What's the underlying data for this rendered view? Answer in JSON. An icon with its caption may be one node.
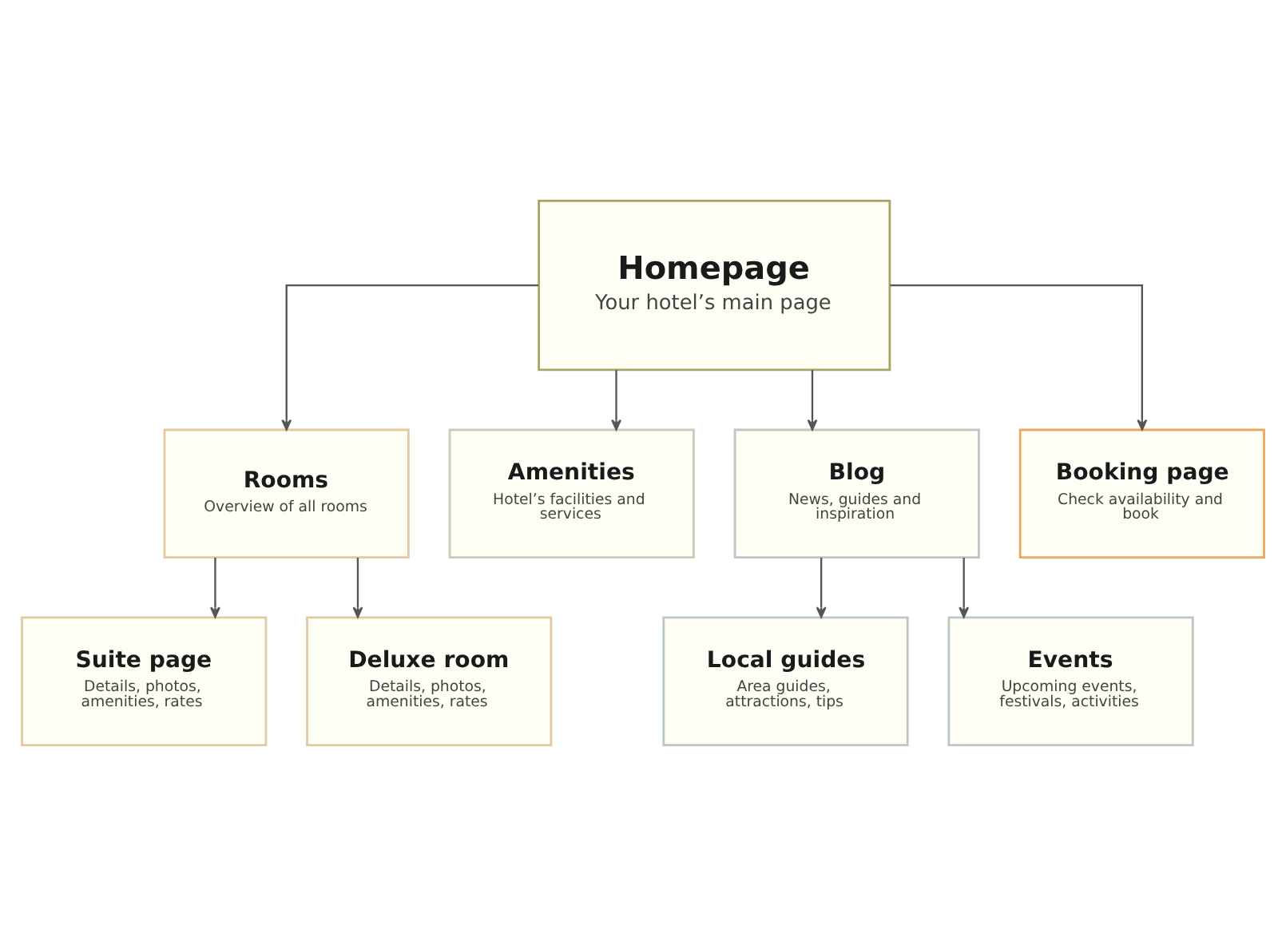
{
  "diagram": {
    "nodes": [
      {
        "text": [
          "Homepage",
          "Your hotel’s main page"
        ]
      },
      {
        "text": [
          "Rooms",
          "Overview of all rooms"
        ]
      },
      {
        "text": [
          "Amenities",
          "Hotel’s facilities and services"
        ]
      },
      {
        "text": [
          "Blog",
          "News, guides and inspiration"
        ]
      },
      {
        "text": [
          "Booking page",
          "Check availability and book"
        ]
      },
      {
        "text": [
          "Suite page",
          "Details, photos, amenities, rates"
        ]
      },
      {
        "text": [
          "Local guides",
          "Area guides, attractions, tips"
        ]
      },
      {
        "text": [
          "Deluxe room",
          "Details, photos, amenities, rates"
        ]
      },
      {
        "text": [
          "Events",
          "Upcoming events, festivals, activities"
        ]
      }
    ],
    "edges": [
      {
        "from": 0,
        "to": 1,
        "arrow": "to"
      },
      {
        "from": 0,
        "to": 2,
        "arrow": "to"
      },
      {
        "from": 0,
        "to": 3,
        "arrow": "to"
      },
      {
        "from": 0,
        "to": 4,
        "arrow": "to"
      },
      {
        "from": 1,
        "to": 5,
        "arrow": "to"
      },
      {
        "from": 1,
        "to": 7,
        "arrow": "to"
      },
      {
        "from": 3,
        "to": 6,
        "arrow": "to"
      },
      {
        "from": 3,
        "to": 8,
        "arrow": "to"
      }
    ]
  }
}
